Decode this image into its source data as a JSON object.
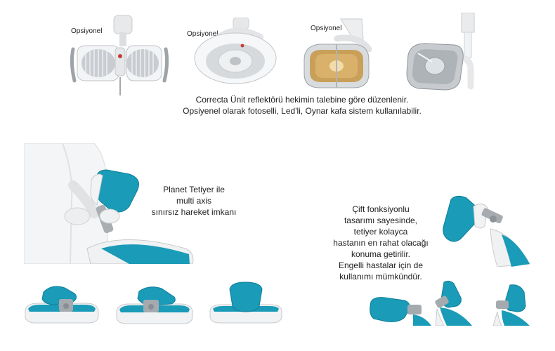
{
  "lamps": {
    "optional_1": "Opsiyonel",
    "optional_2": "Opsiyonel",
    "optional_3": "Opsiyonel",
    "caption_line1": "Correcta Ünit reflektörü hekimin talebine göre düzenlenir.",
    "caption_line2": "Opsiyenel olarak fotoselli, Led'li, Oynar kafa sistem kullanılabilir."
  },
  "headrest_left": {
    "caption_line1": "Planet Tetiyer ile",
    "caption_line2": "multi axis",
    "caption_line3": "sınırsız hareket imkanı"
  },
  "headrest_right": {
    "caption_line1": "Çift fonksiyonlu",
    "caption_line2": "tasarımı sayesinde,",
    "caption_line3": "tetiyer kolayca",
    "caption_line4": "hastanın en rahat olacağı",
    "caption_line5": "konuma getirilir.",
    "caption_line6": "Engelli hastalar için de",
    "caption_line7": "kullanımı mümkündür."
  },
  "colors": {
    "teal": "#1a9bb8",
    "teal_dark": "#0f7f99",
    "chrome": "#b8bcc0",
    "white_shell": "#f2f3f4"
  }
}
